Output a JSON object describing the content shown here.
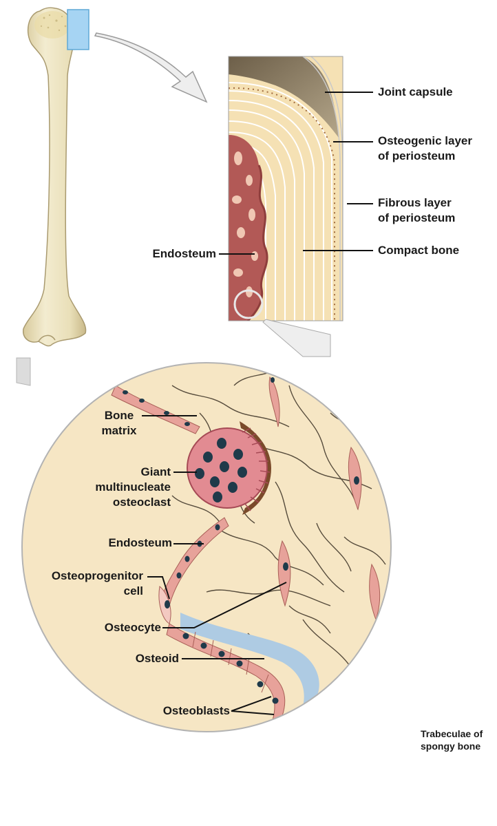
{
  "labels": {
    "joint_capsule": "Joint capsule",
    "osteogenic_layer": [
      "Osteogenic layer",
      "of periosteum"
    ],
    "fibrous_layer": [
      "Fibrous layer",
      "of periosteum"
    ],
    "compact_bone": "Compact bone",
    "endosteum_upper": "Endosteum",
    "bone_matrix": [
      "Bone",
      "matrix"
    ],
    "osteoclast": [
      "Giant",
      "multinucleate",
      "osteoclast"
    ],
    "endosteum_lower": "Endosteum",
    "osteoprogenitor": [
      "Osteoprogenitor",
      "cell"
    ],
    "osteocyte": "Osteocyte",
    "osteoid": "Osteoid",
    "osteoblasts": "Osteoblasts",
    "trabeculae": [
      "Trabeculae of",
      "spongy bone"
    ]
  },
  "colors": {
    "bone_shaft": "#efe7c4",
    "bone_shadow": "#cfc39a",
    "matrix": "#f6e4bf",
    "lamellae_line": "#ffffff",
    "marrow": "#b75d5a",
    "cell_pink": "#e6a19a",
    "nucleus": "#1f3a4a",
    "osteoid_blue": "#aecbe3",
    "capsule": "#8d7c63",
    "highlight_box": "#9dd0f2"
  }
}
